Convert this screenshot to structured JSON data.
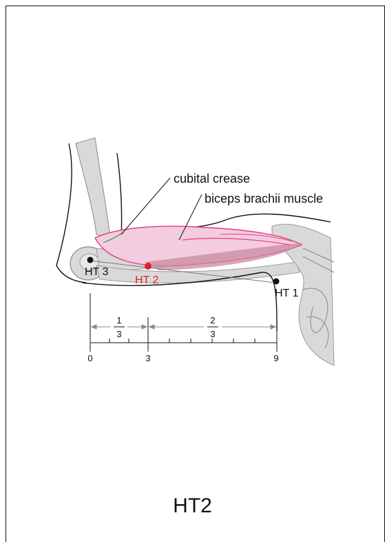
{
  "title": "HT2",
  "annotations": {
    "cubital_crease": "cubital crease",
    "biceps": "biceps brachii muscle"
  },
  "points": {
    "ht1": "HT 1",
    "ht2": "HT 2",
    "ht3": "HT 3"
  },
  "scale": {
    "tick_labels": [
      "0",
      "3",
      "9"
    ],
    "fraction_left": {
      "num": "1",
      "den": "3"
    },
    "fraction_right": {
      "num": "2",
      "den": "3"
    }
  },
  "colors": {
    "highlight": "#e41e26",
    "muscle": "#e0407f",
    "bone_fill": "#d7d7d7"
  }
}
